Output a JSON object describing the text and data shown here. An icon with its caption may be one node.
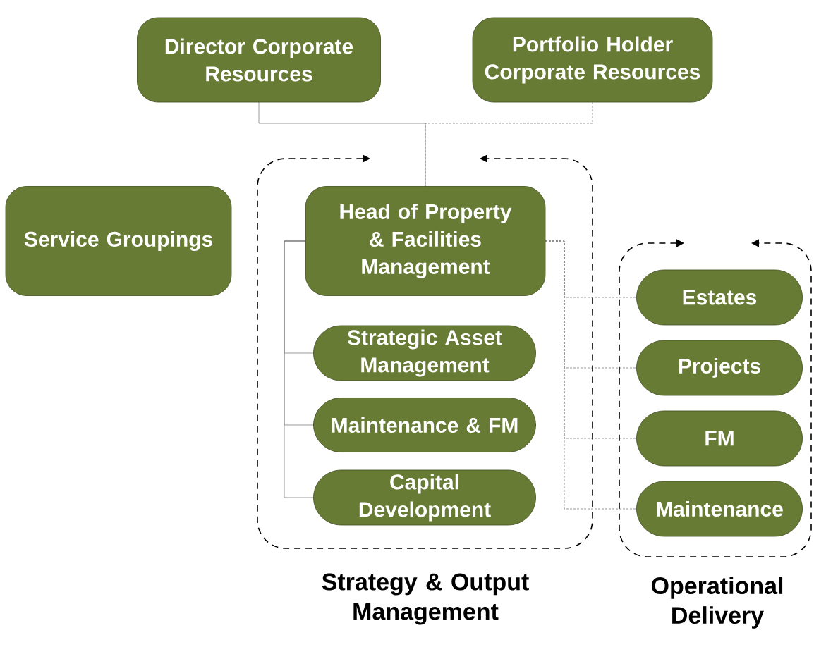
{
  "diagram": {
    "nodes": [
      {
        "text": [
          "Director Corporate Resources"
        ]
      },
      {
        "text": [
          "Portfolio Holder Corporate Resources"
        ]
      },
      {
        "text": [
          "Service Groupings"
        ]
      },
      {
        "text": [
          "Strategy & Output Management"
        ]
      },
      {
        "text": [
          "Head of Property & Facilities Management"
        ],
        "in": 3
      },
      {
        "text": [
          "Strategic Asset Management"
        ],
        "in": 3
      },
      {
        "text": [
          "Maintenance & FM"
        ],
        "in": 3
      },
      {
        "text": [
          "Capital Development"
        ],
        "in": 3
      },
      {
        "text": [
          "Operational Delivery"
        ]
      },
      {
        "text": [
          "Estates"
        ],
        "in": 8
      },
      {
        "text": [
          "Projects"
        ],
        "in": 8
      },
      {
        "text": [
          "FM"
        ],
        "in": 8
      },
      {
        "text": [
          "Maintenance"
        ],
        "in": 8
      }
    ],
    "edges": [
      {
        "from": 0,
        "to": 4,
        "arrow": "none"
      },
      {
        "from": 1,
        "to": 4,
        "arrow": "none",
        "style": "dashed"
      },
      {
        "from": 4,
        "to": 5,
        "arrow": "none"
      },
      {
        "from": 4,
        "to": 6,
        "arrow": "none"
      },
      {
        "from": 4,
        "to": 7,
        "arrow": "none"
      },
      {
        "from": 4,
        "to": 9,
        "arrow": "none",
        "style": "dashed"
      },
      {
        "from": 4,
        "to": 10,
        "arrow": "none",
        "style": "dashed"
      },
      {
        "from": 4,
        "to": 11,
        "arrow": "none",
        "style": "dashed"
      },
      {
        "from": 4,
        "to": 12,
        "arrow": "none",
        "style": "dashed"
      }
    ]
  }
}
